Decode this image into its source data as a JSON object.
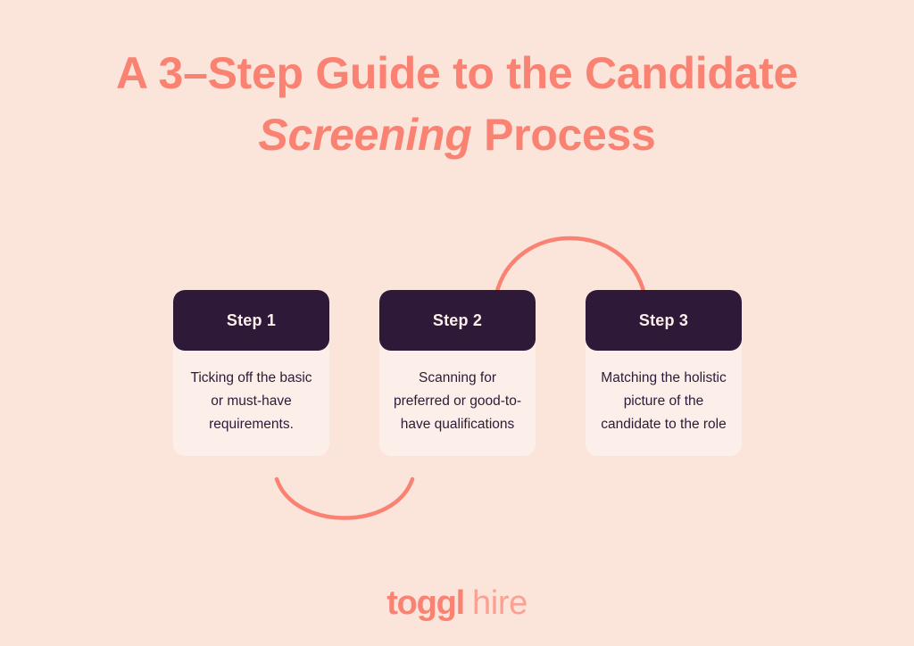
{
  "theme": {
    "background": "#FBE4DA",
    "accent_coral": "#F98273",
    "card_header_dark": "#2E1A38",
    "card_body_cream": "#FCEFE9",
    "logo_secondary": "#FBA193"
  },
  "title": {
    "line1": "A 3–Step Guide to the Candidate",
    "line2_emphasis": "Screening",
    "line2_rest": " Process"
  },
  "steps": [
    {
      "header": "Step 1",
      "body": "Ticking off the basic or must-have requirements."
    },
    {
      "header": "Step 2",
      "body": "Scanning for preferred or good-to-have qualifications"
    },
    {
      "header": "Step 3",
      "body": "Matching the holistic picture of the candidate to the role"
    }
  ],
  "connectors": [
    {
      "name": "arc-step1-to-step2",
      "direction": "downward",
      "from_step": 1,
      "to_step": 2,
      "color": "#F98273"
    },
    {
      "name": "arc-step2-to-step3",
      "direction": "upward",
      "from_step": 2,
      "to_step": 3,
      "color": "#F98273"
    }
  ],
  "logo": {
    "primary": "toggl",
    "secondary": "hire"
  }
}
